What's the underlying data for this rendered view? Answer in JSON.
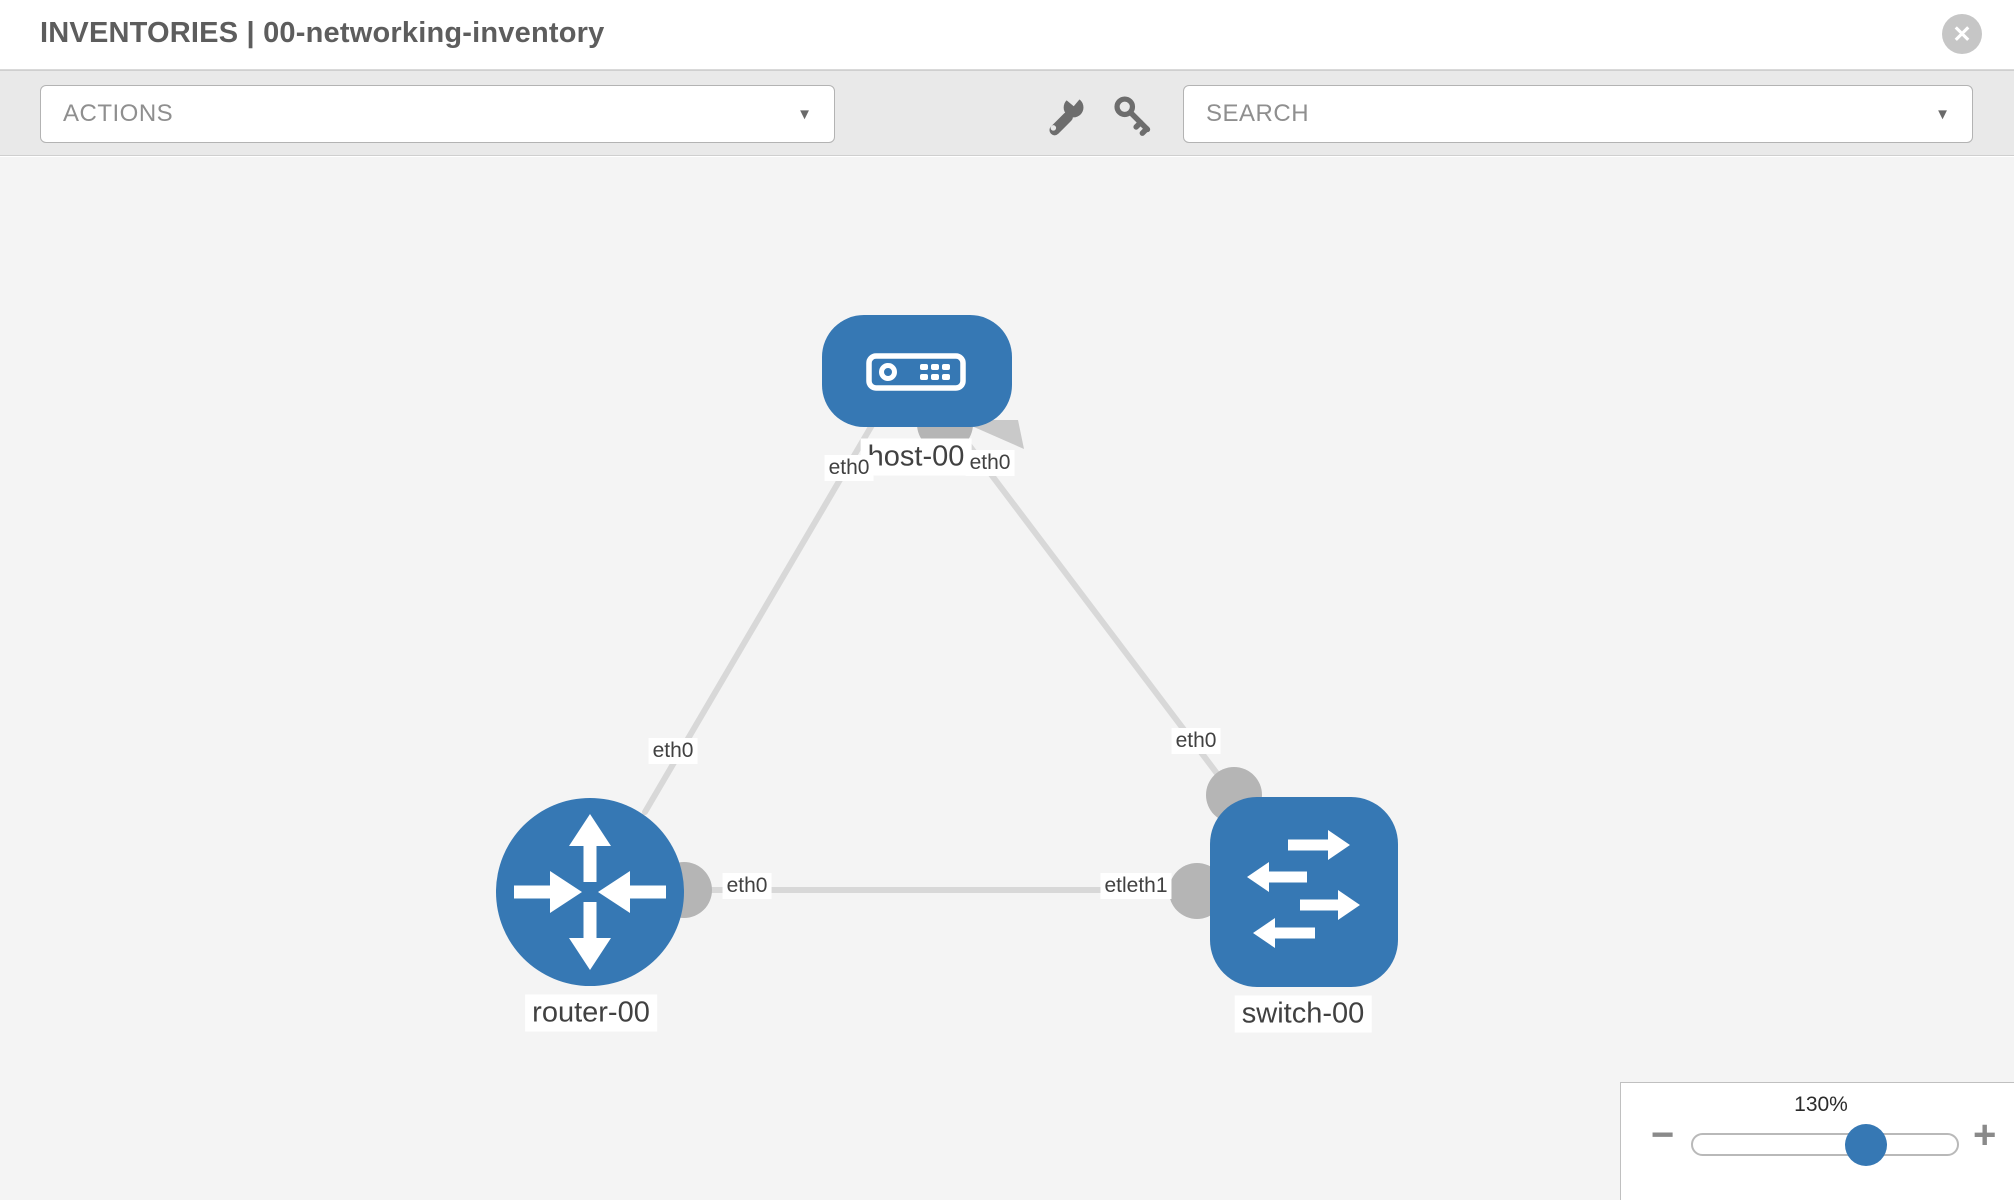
{
  "header": {
    "title": "INVENTORIES | 00-networking-inventory",
    "close_glyph": "✕"
  },
  "toolbar": {
    "actions_label": "ACTIONS",
    "search_label": "SEARCH",
    "caret_glyph": "▼"
  },
  "colors": {
    "node_blue": "#3678b4",
    "edge_gray": "#d8d8d8",
    "connector_gray": "#b5b5b5",
    "icon_gray": "#6d6d6d",
    "label_text": "#414141"
  },
  "graph": {
    "nodes": [
      {
        "id": "host-00",
        "type": "host",
        "label": "host-00"
      },
      {
        "id": "router-00",
        "type": "router",
        "label": "router-00"
      },
      {
        "id": "switch-00",
        "type": "switch",
        "label": "switch-00"
      }
    ],
    "links": [
      {
        "from": "host-00",
        "from_interface": "eth0",
        "to": "router-00",
        "to_interface": "eth0"
      },
      {
        "from": "host-00",
        "from_interface": "eth0",
        "to": "switch-00",
        "to_interface": "eth0"
      },
      {
        "from": "router-00",
        "from_interface": "eth0",
        "to": "switch-00",
        "to_interface": "eth1"
      }
    ],
    "interface_labels": [
      "eth0",
      "eth0",
      "eth0",
      "eth0",
      "eth0",
      "etleth1"
    ]
  },
  "zoom_panel": {
    "level": "130%",
    "minus_glyph": "−",
    "plus_glyph": "+"
  }
}
